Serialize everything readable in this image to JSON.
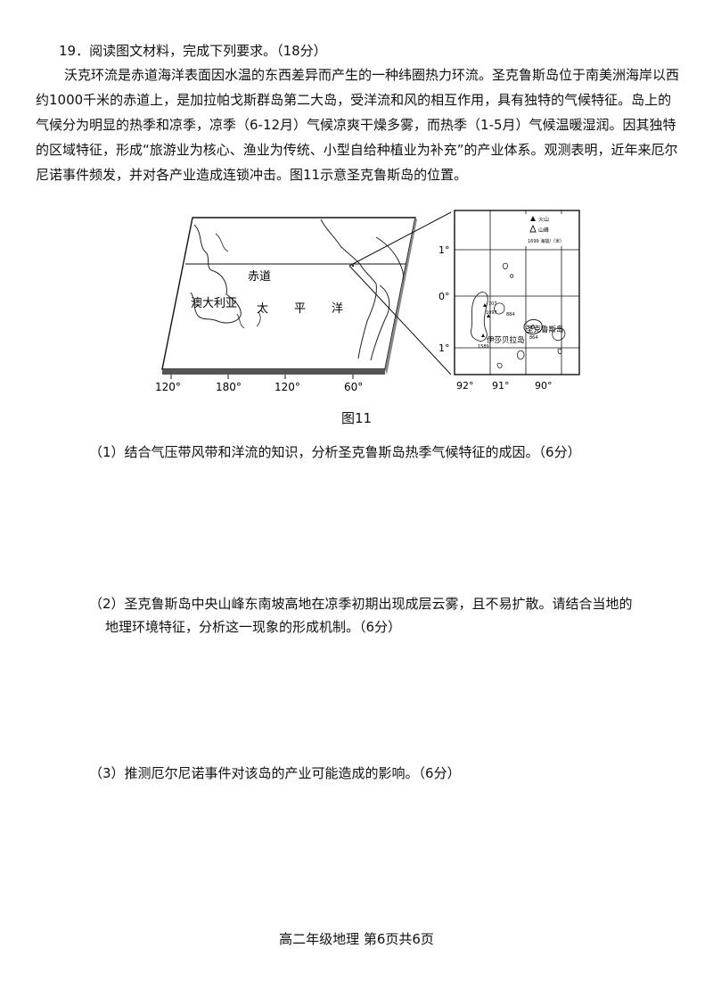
{
  "question": {
    "header": "19．阅读图文材料，完成下列要求。（18分）",
    "intro": "沃克环流是赤道海洋表面因水温的东西差异而产生的一种纬圈热力环流。圣克鲁斯岛位于南美洲海岸以西约1000千米的赤道上，是加拉帕戈斯群岛第二大岛，受洋流和风的相互作用，具有独特的气候特征。岛上的气候分为明显的热季和凉季，凉季（6-12月）气候凉爽干燥多雾，而热季（1-5月）气候温暖湿润。因其独特的区域特征，形成“旅游业为核心、渔业为传统、小型自给种植业为补充”的产业体系。观测表明，近年来厄尔尼诺事件频发，并对各产业造成连锁冲击。图11示意圣克鲁斯岛的位置。"
  },
  "figure": {
    "caption": "图11",
    "world_map": {
      "labels": {
        "equator": "赤道",
        "australia": "澳大利亚",
        "pacific_1": "太",
        "pacific_2": "平",
        "pacific_3": "洋"
      },
      "lon_ticks": [
        "120°",
        "180°",
        "120°",
        "60°"
      ]
    },
    "inset_map": {
      "legend_volcano": "火山",
      "legend_peak": "山峰",
      "legend_elev": "1699 海拔/（米）",
      "lat_ticks": [
        "1°",
        "0°",
        "1°"
      ],
      "lon_ticks": [
        "92°",
        "91°",
        "90°"
      ],
      "elevations": [
        "707",
        "1097",
        "884",
        "1589",
        "864"
      ],
      "island_santa_cruz": "圣克鲁斯岛",
      "island_isabela": "伊莎贝拉岛"
    }
  },
  "subquestions": [
    {
      "line1": "（1）结合气压带风带和洋流的知识，分析圣克鲁斯岛热季气候特征的成因。（6分）",
      "line2": ""
    },
    {
      "line1": "（2）圣克鲁斯岛中央山峰东南坡高地在凉季初期出现成层云雾，且不易扩散。请结合当地的",
      "line2": "地理环境特征，分析这一现象的形成机制。（6分）"
    },
    {
      "line1": "（3）推测厄尔尼诺事件对该岛的产业可能造成的影响。（6分）",
      "line2": ""
    }
  ],
  "footer": "高二年级地理  第6页共6页"
}
